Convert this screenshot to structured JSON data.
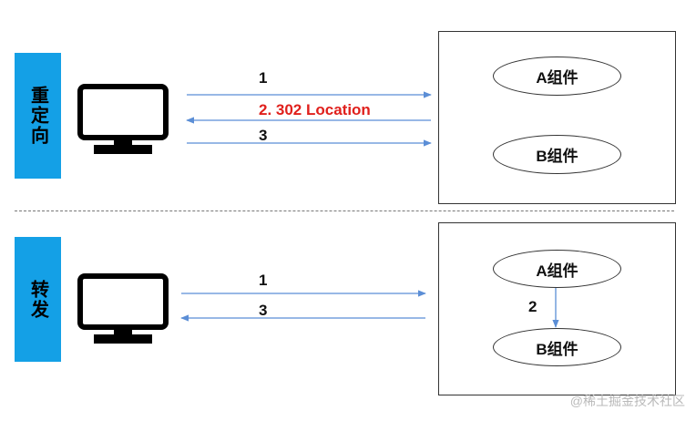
{
  "redirect": {
    "side_label": "重定向",
    "arrows": [
      {
        "label": "1",
        "direction": "right"
      },
      {
        "label": "2. 302 Location",
        "direction": "left",
        "color": "#e0201c"
      },
      {
        "label": "3",
        "direction": "right"
      }
    ],
    "components": [
      "A组件",
      "B组件"
    ]
  },
  "forward": {
    "side_label": "转发",
    "arrows": [
      {
        "label": "1",
        "direction": "right"
      },
      {
        "label": "3",
        "direction": "left"
      }
    ],
    "internal_arrow_label": "2",
    "components": [
      "A组件",
      "B组件"
    ]
  },
  "watermark": "@稀土掘金技术社区",
  "colors": {
    "side_label_bg": "#14a0e6",
    "arrow": "#5b8ed6",
    "highlight": "#e0201c"
  },
  "icons": [
    "monitor-icon"
  ]
}
